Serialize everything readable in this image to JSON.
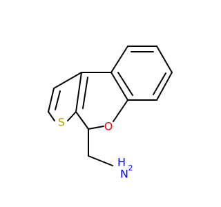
{
  "molecule": {
    "atoms": {
      "sulfur": {
        "label": "S",
        "color": "#b5a400"
      },
      "oxygen": {
        "label": "O",
        "color": "#ff0000"
      },
      "amine_h2": {
        "label": "H",
        "sub": "2",
        "color": "#0000ff"
      },
      "amine_n": {
        "label": "N",
        "color": "#0000ff"
      }
    },
    "colors": {
      "bond": "#000000",
      "background": "#ffffff"
    }
  }
}
